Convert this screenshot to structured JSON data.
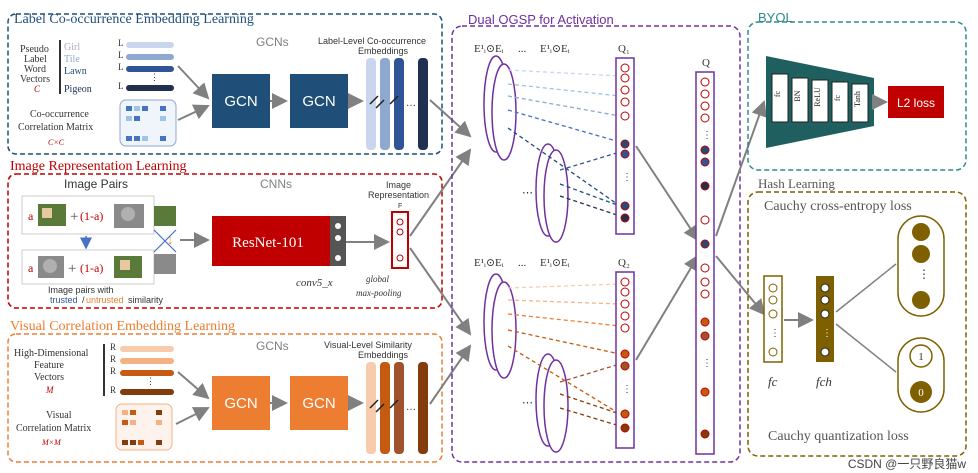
{
  "sections": {
    "label_cooc": {
      "title": "Label Co-occurrence Embedding Learning",
      "gcns": "GCNs",
      "pseudo_vectors": "Pseudo Label Word Vectors",
      "pv_sym": "C",
      "words": [
        "Girl",
        "Tile",
        "Lawn",
        "Pigeon"
      ],
      "label_l": [
        "L",
        "L",
        "L",
        "L"
      ],
      "cooc_matrix": "Co-occurrence Correlation Matrix",
      "cooc_size": "C×C",
      "gcn": "GCN",
      "emb_title": "Label-Level Co-occurrence Embeddings"
    },
    "image_rep": {
      "title": "Image Representation Learning",
      "pairs": "Image Pairs",
      "cnns": "CNNs",
      "a": "a",
      "oneminus": "(1-a)",
      "plus": "+",
      "resnet": "ResNet-101",
      "conv": "conv5_x",
      "img_rep": "Image Representation",
      "gmp": "global max-pooling",
      "pairs_caption": "Image pairs with",
      "trusted": "trusted",
      "slash": "/",
      "untrusted": "untrusted",
      "similarity": "similarity",
      "fi": "F"
    },
    "visual_corr": {
      "title": "Visual Correlation Embedding Learning",
      "gcns": "GCNs",
      "hd_vectors": "High-Dimensional Feature Vectors",
      "m": "M",
      "r_labels": [
        "R",
        "R",
        "R",
        "R"
      ],
      "vcm": "Visual Correlation Matrix",
      "vcm_size": "M×M",
      "gcn": "GCN",
      "emb_title": "Visual-Level Similarity Embeddings"
    },
    "ogsp": {
      "title": "Dual OGSP for Activation",
      "q1": "Q₁",
      "q2": "Q₂",
      "q": "Q",
      "e1": "E¹ᵢ⊙Eᵢ",
      "e2": "E¹ᵢ⊙Eᵢ",
      "ellipsis": "..."
    },
    "byol": {
      "title": "BYOL",
      "layers": [
        "fc",
        "BN",
        "ReLU",
        "fc",
        "Tanh"
      ],
      "l2": "L2 loss"
    },
    "hash": {
      "title": "Hash Learning",
      "cce": "Cauchy cross-entropy loss",
      "fc": "fc",
      "fch": "fch",
      "one": "1",
      "zero": "0",
      "cql": "Cauchy quantization loss"
    }
  },
  "watermark": "CSDN @一只野良猫w",
  "colors": {
    "blue_dark": "#1f4e79",
    "red": "#c00000",
    "orange": "#ed7d31",
    "purple": "#7030a0",
    "teal": "#2e8b8b",
    "olive": "#7f6000",
    "brown": "#8b5a2b"
  }
}
